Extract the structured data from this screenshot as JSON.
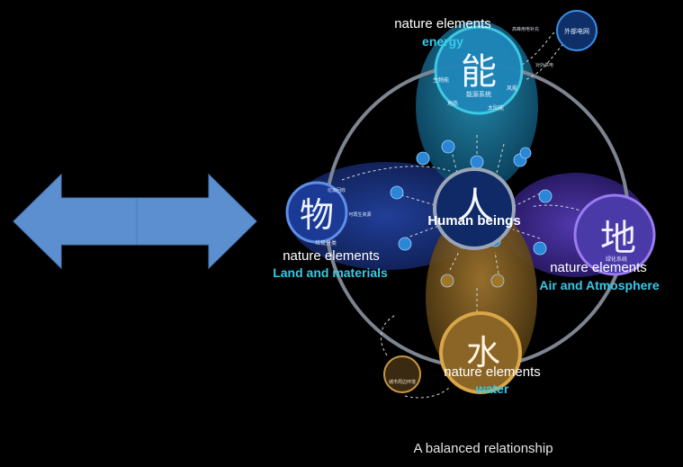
{
  "arrow": {
    "color": "#5b8fd0"
  },
  "nodes": {
    "energy": {
      "char": "能",
      "sub": "能源系统",
      "small": [
        "生物能",
        "风能",
        "地热",
        "太阳能"
      ]
    },
    "material": {
      "char": "物",
      "sub": "垃圾分类",
      "small": [
        "垃圾回收",
        "可再生资源"
      ]
    },
    "earth": {
      "char": "地",
      "sub": "绿化系统",
      "small": []
    },
    "water": {
      "char": "水",
      "sub": "",
      "small": []
    },
    "human": {
      "char": "人",
      "label": "Human beings"
    },
    "outer_grid": {
      "label": "外部电网",
      "link": "高峰用电补充",
      "link2": "对外供电"
    },
    "env": {
      "label": "城市周边环境"
    }
  },
  "labels": {
    "energy": {
      "line1": "nature elements",
      "line2": "energy"
    },
    "land": {
      "line1": "nature elements",
      "line2": "Land and materials"
    },
    "air": {
      "line1": "nature elements",
      "line2": "Air and Atmosphere"
    },
    "water": {
      "line1": "nature elements",
      "line2": "water"
    }
  },
  "caption": "A  balanced relationship",
  "colors": {
    "accent": "#38c9e8",
    "ring": "#7d8591",
    "energy_fill": "#1e7fa8",
    "land_fill": "#1c3a8c",
    "air_fill": "#3f2d9a",
    "water_fill": "#8a6526"
  }
}
